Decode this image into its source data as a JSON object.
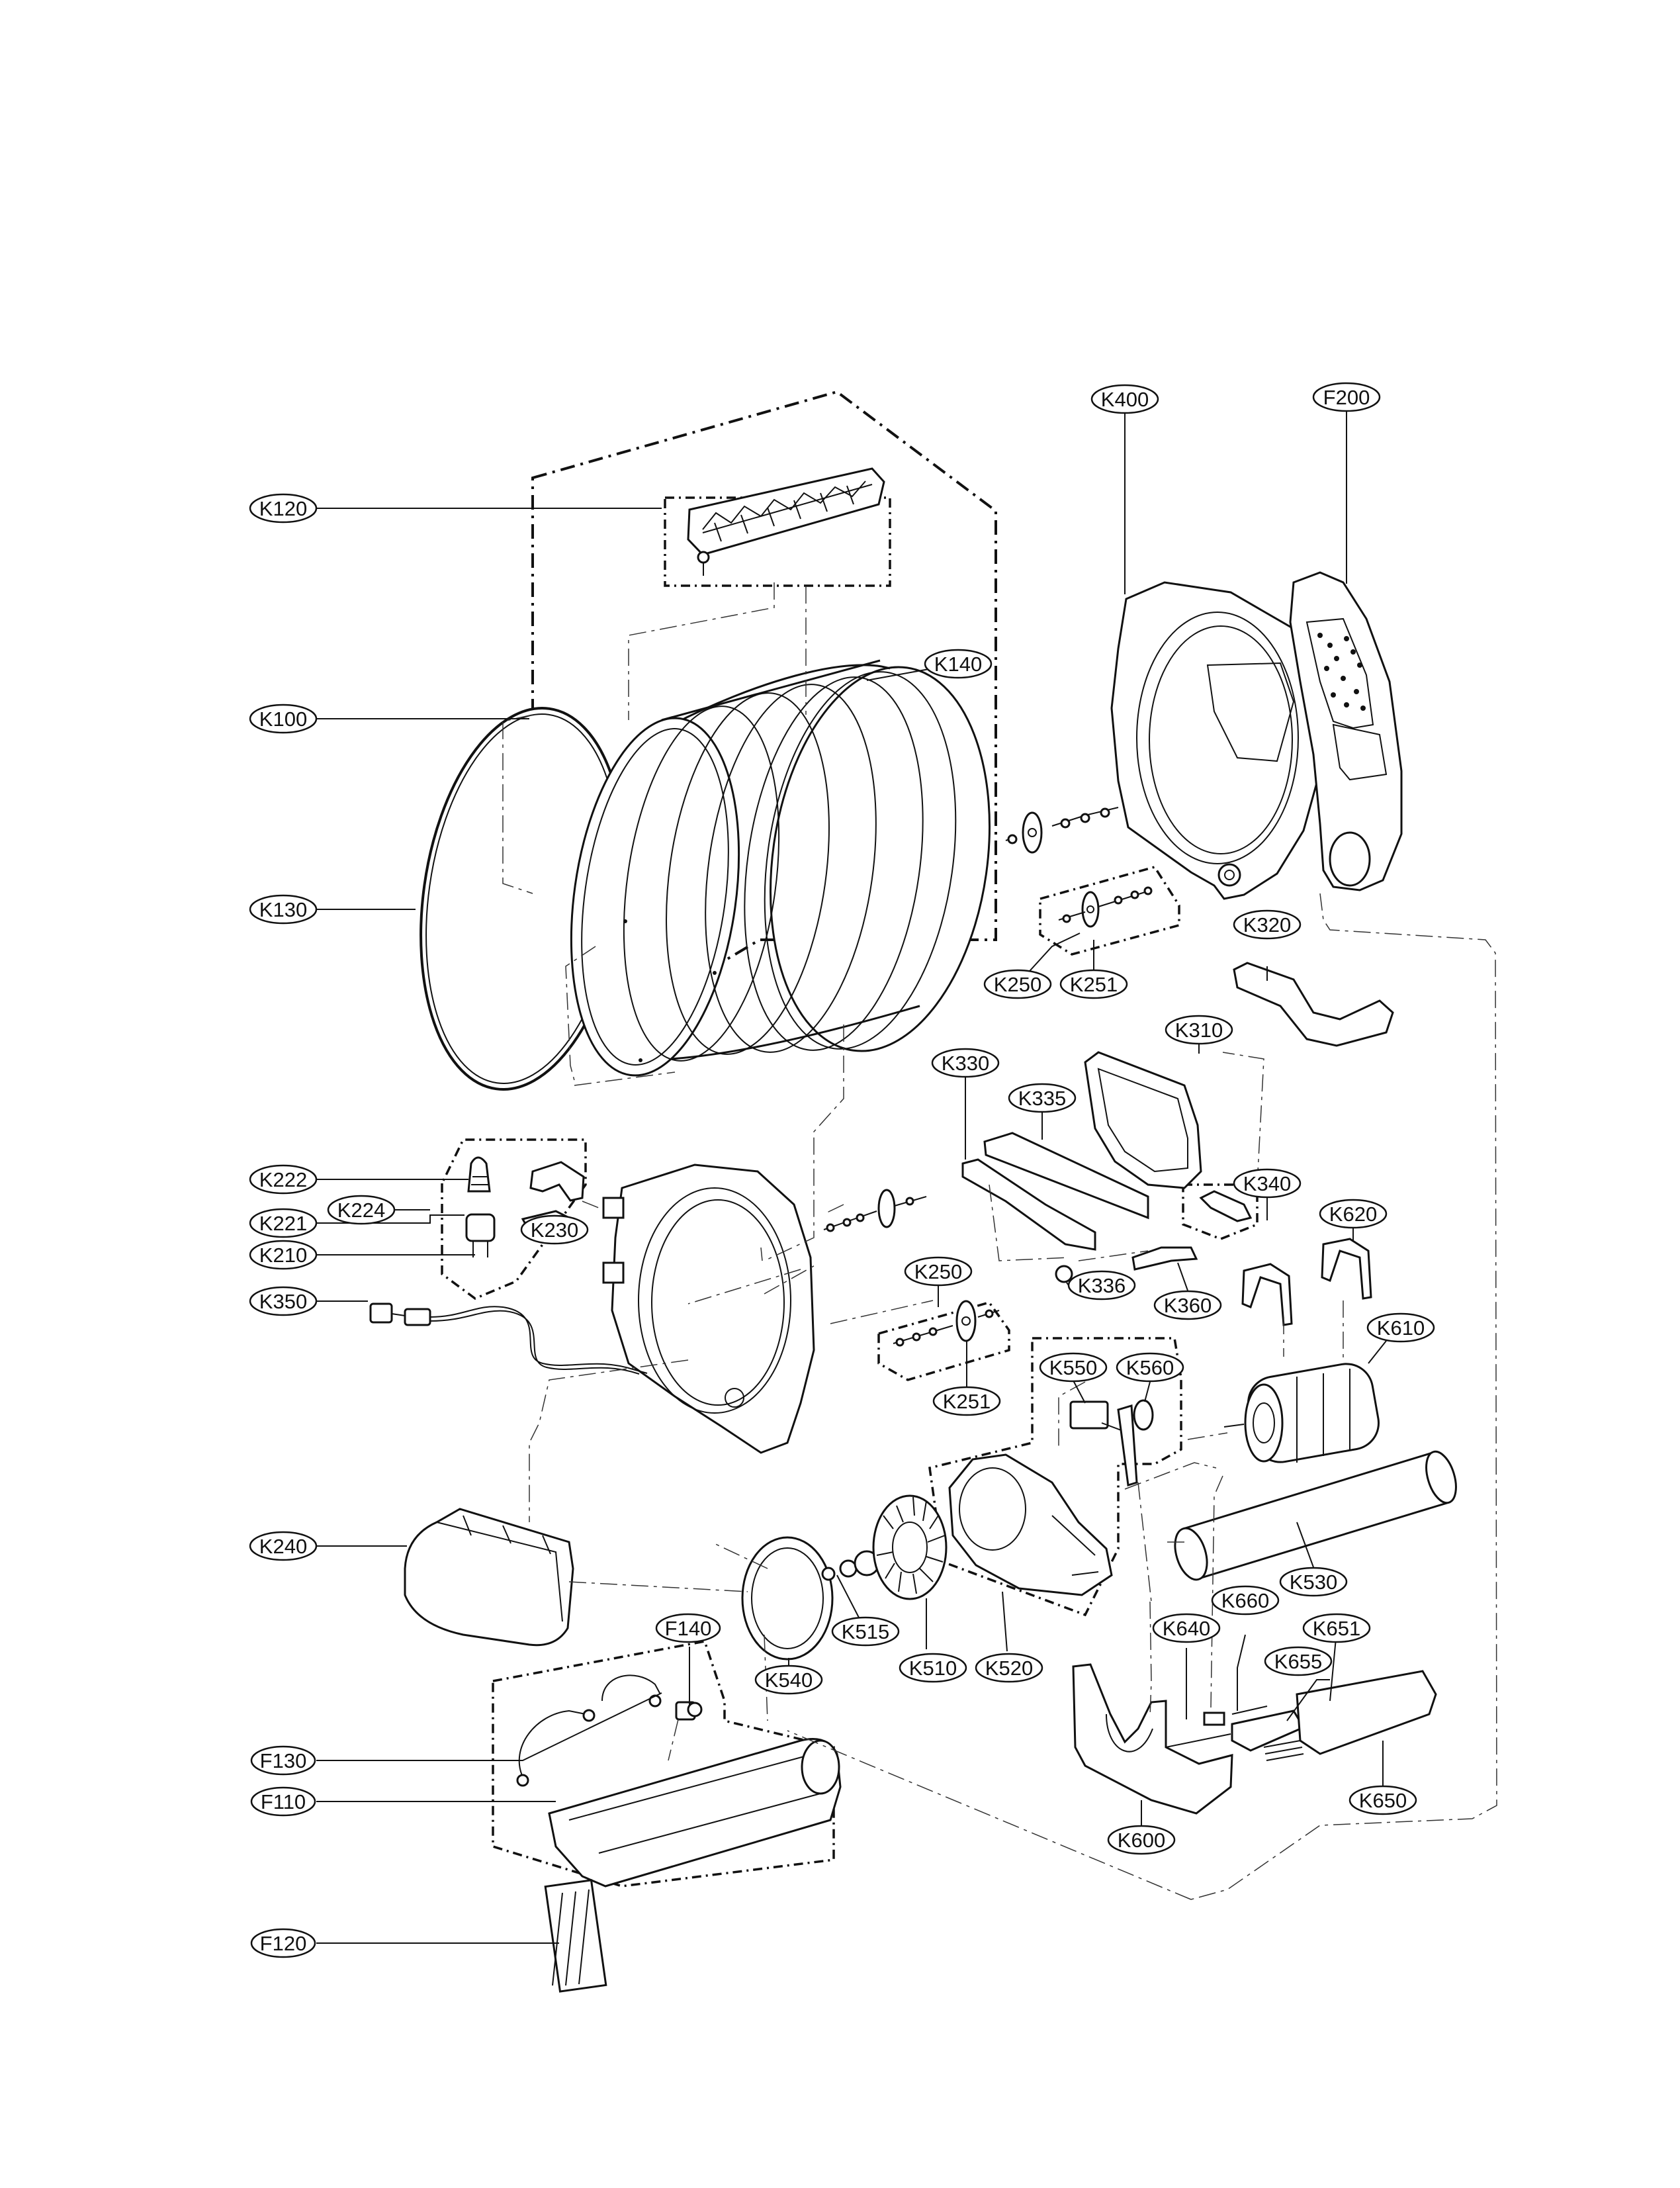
{
  "labels": {
    "K120": "K120",
    "K100": "K100",
    "K130": "K130",
    "K140": "K140",
    "K400": "K400",
    "F200": "F200",
    "K250a": "K250",
    "K251a": "K251",
    "K320": "K320",
    "K310": "K310",
    "K330": "K330",
    "K335": "K335",
    "K222": "K222",
    "K221": "K221",
    "K224": "K224",
    "K230": "K230",
    "K210": "K210",
    "K340": "K340",
    "K620": "K620",
    "K336": "K336",
    "K360": "K360",
    "K250b": "K250",
    "K350": "K350",
    "K610": "K610",
    "K550": "K550",
    "K560": "K560",
    "K251b": "K251",
    "K240": "K240",
    "K530": "K530",
    "K515": "K515",
    "K540": "K540",
    "K510": "K510",
    "K520": "K520",
    "K660": "K660",
    "K640": "K640",
    "K651": "K651",
    "K655": "K655",
    "F140": "F140",
    "F130": "F130",
    "F110": "F110",
    "K600": "K600",
    "K650": "K650",
    "F120": "F120"
  }
}
